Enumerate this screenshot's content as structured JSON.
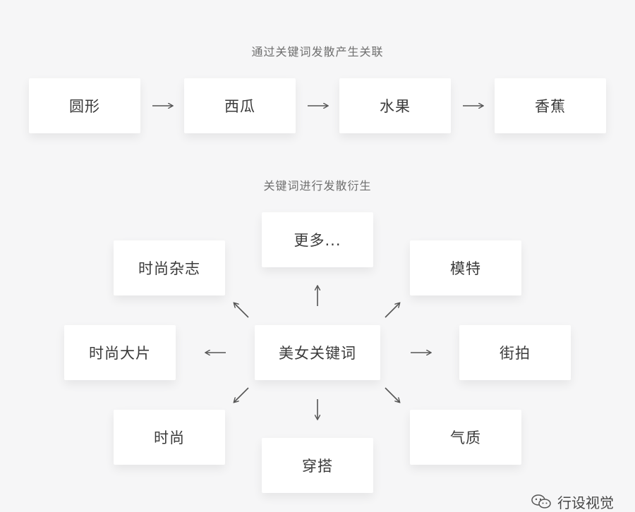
{
  "section1": {
    "title": "通过关键词发散产生关联",
    "chain": [
      "圆形",
      "西瓜",
      "水果",
      "香蕉"
    ]
  },
  "section2": {
    "title": "关键词进行发散衍生",
    "center": "美女关键词",
    "nodes": {
      "more": "更多...",
      "fashion_magazine": "时尚杂志",
      "model": "模特",
      "fashion_blockbuster": "时尚大片",
      "street_snap": "街拍",
      "fashion": "时尚",
      "outfit": "穿搭",
      "temperament": "气质"
    }
  },
  "watermark": {
    "icon": "wechat-icon",
    "text": "行设视觉"
  }
}
